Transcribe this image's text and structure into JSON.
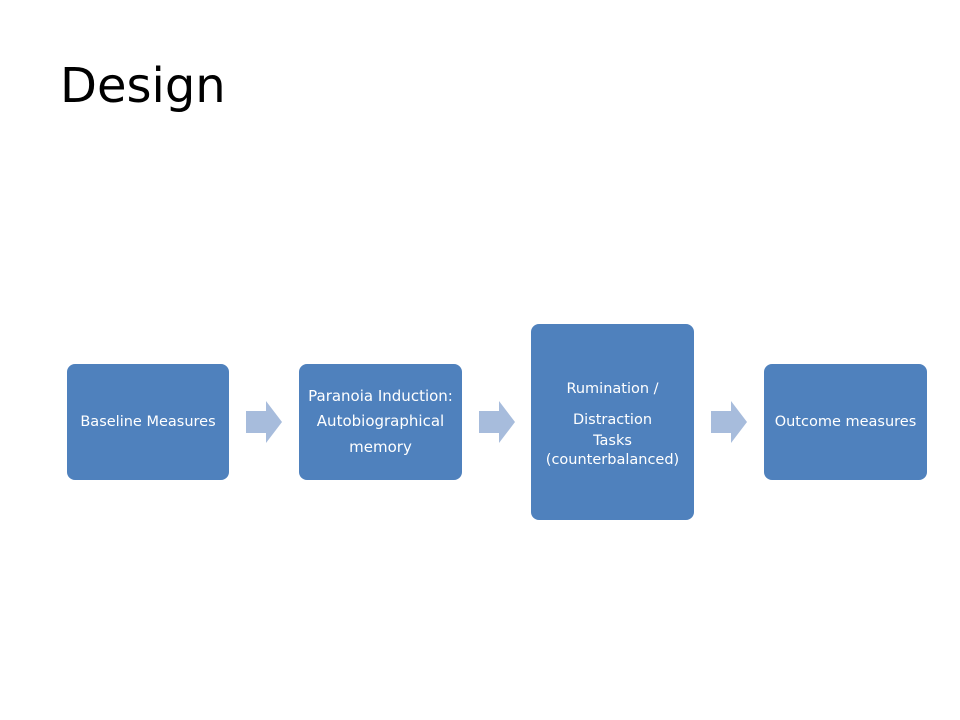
{
  "slide": {
    "title": "Design"
  },
  "diagram": {
    "colors": {
      "box_fill": "#4f81bd",
      "arrow_fill": "#a7bcdc",
      "text": "#ffffff"
    },
    "steps": [
      {
        "lines": [
          "Baseline Measures"
        ]
      },
      {
        "lines": [
          "Paranoia Induction:",
          "Autobiographical",
          "memory"
        ]
      },
      {
        "lines": [
          "Rumination /",
          "Distraction",
          "Tasks",
          "(counterbalanced)"
        ]
      },
      {
        "lines": [
          "Outcome measures"
        ]
      }
    ],
    "connectors": [
      "right-arrow",
      "right-arrow",
      "right-arrow"
    ]
  }
}
